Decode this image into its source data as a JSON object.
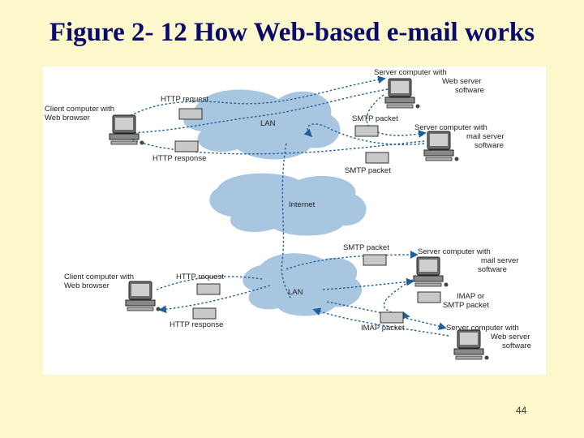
{
  "slide": {
    "title": "Figure 2- 12 How Web-based e-mail works",
    "page_number": "44"
  },
  "diagram": {
    "top": {
      "client_line1": "Client computer with",
      "client_line2": "Web browser",
      "http_request": "HTTP request",
      "http_response": "HTTP response",
      "lan": "LAN",
      "smtp_packet_1": "SMTP packet",
      "smtp_packet_2": "SMTP packet",
      "web_server_line1": "Server computer with",
      "web_server_line2": "Web server",
      "web_server_line3": "software",
      "mail_server_line1": "Server computer with",
      "mail_server_line2": "mail server",
      "mail_server_line3": "software"
    },
    "internet": "Internet",
    "bottom": {
      "client_line1": "Client computer with",
      "client_line2": "Web browser",
      "http_request": "HTTP request",
      "http_response": "HTTP response",
      "lan": "LAN",
      "smtp_packet": "SMTP packet",
      "imap_or_smtp_line1": "IMAP or",
      "imap_or_smtp_line2": "SMTP packet",
      "imap_packet": "IMAP packet",
      "mail_server_line1": "Server computer with",
      "mail_server_line2": "mail server",
      "mail_server_line3": "software",
      "web_server_line1": "Server computer with",
      "web_server_line2": "Web server",
      "web_server_line3": "software"
    }
  },
  "colors": {
    "background": "#fcf8cc",
    "title": "#0a0a6a",
    "cloud": "#a9c6e0",
    "arrow": "#1f5e9c",
    "packet": "#c8c8c8"
  }
}
